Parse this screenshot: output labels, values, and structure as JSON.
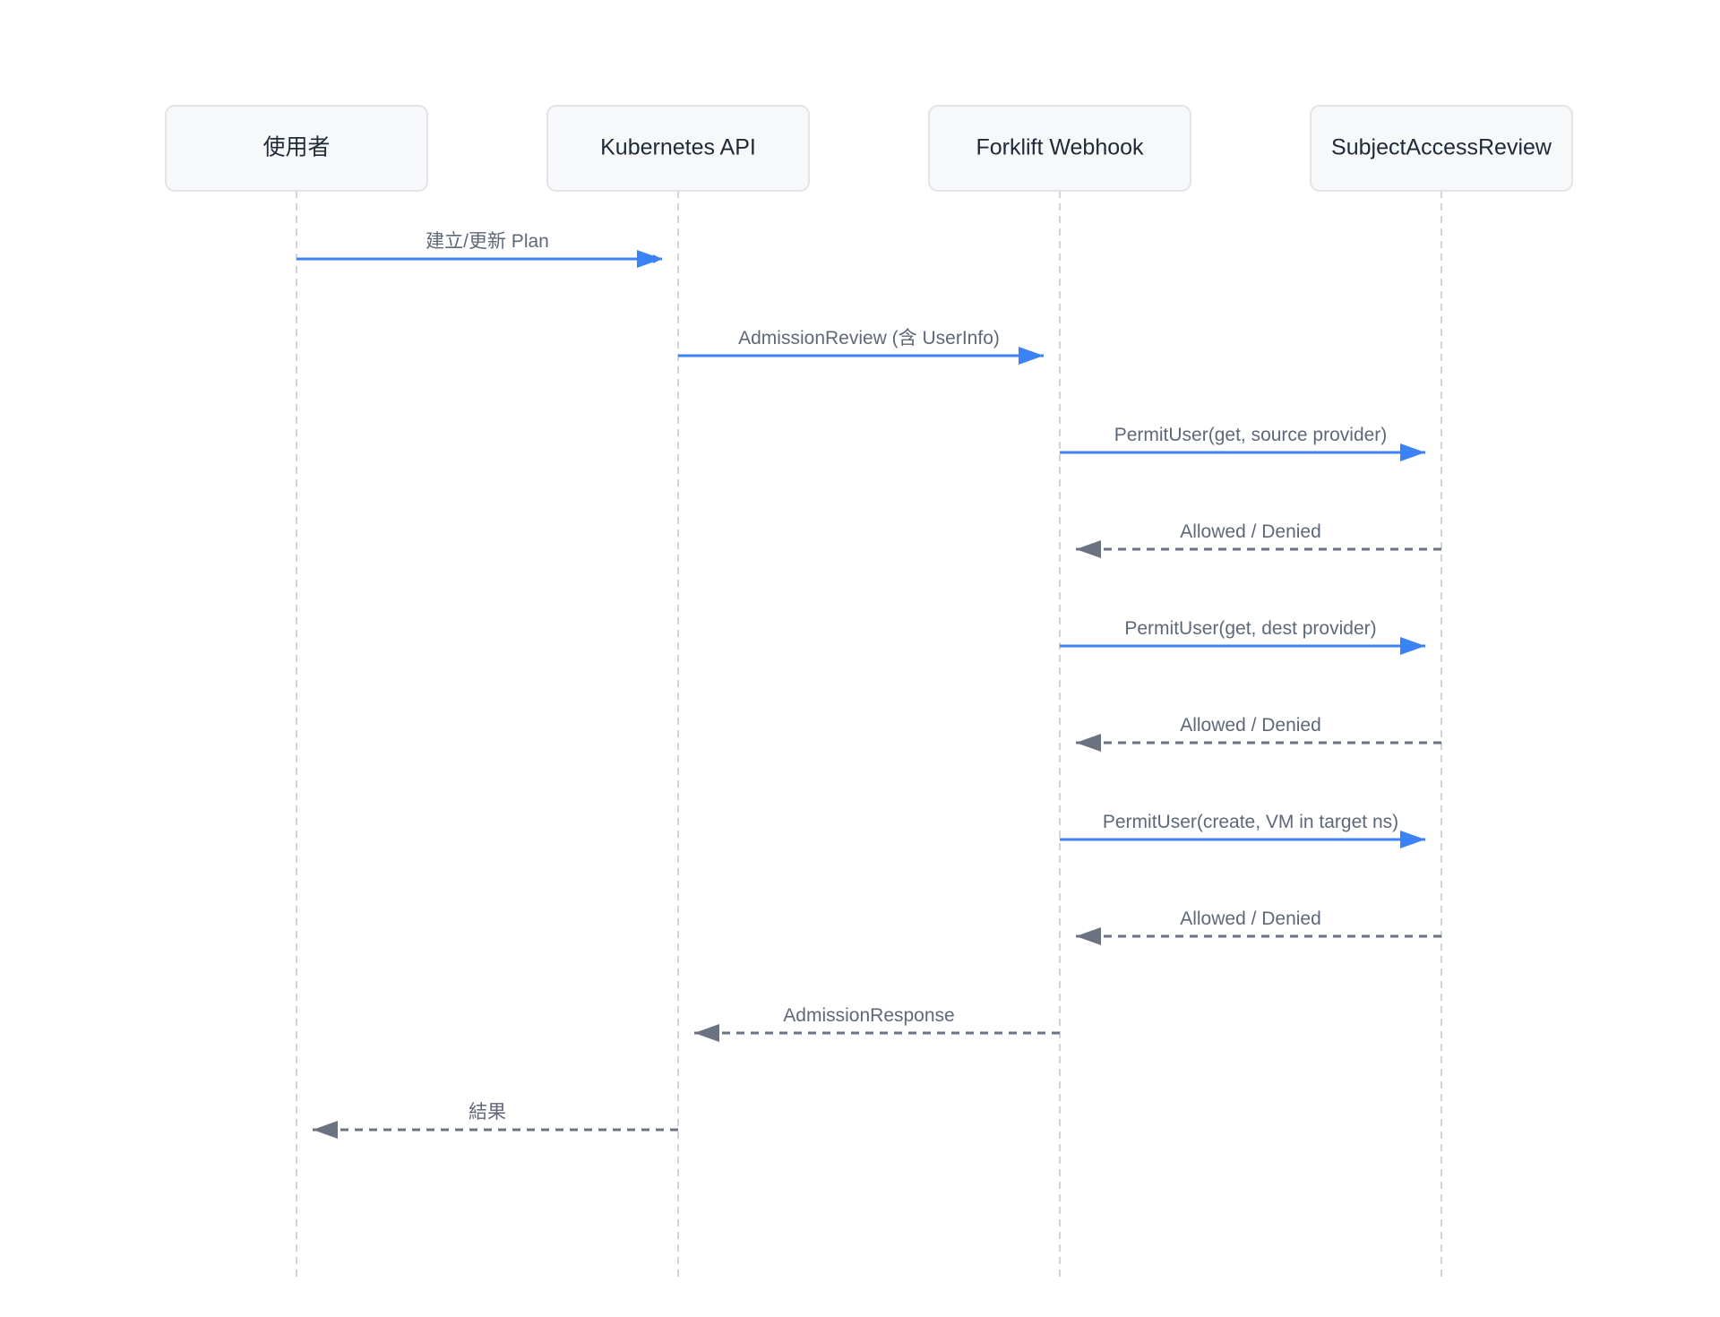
{
  "participants": [
    {
      "id": "user",
      "label": "使用者"
    },
    {
      "id": "api",
      "label": "Kubernetes API"
    },
    {
      "id": "webhook",
      "label": "Forklift Webhook"
    },
    {
      "id": "sar",
      "label": "SubjectAccessReview"
    }
  ],
  "messages": [
    {
      "from": "user",
      "to": "api",
      "label": "建立/更新 Plan",
      "style": "solid"
    },
    {
      "from": "api",
      "to": "webhook",
      "label": "AdmissionReview (含 UserInfo)",
      "style": "solid"
    },
    {
      "from": "webhook",
      "to": "sar",
      "label": "PermitUser(get, source provider)",
      "style": "solid"
    },
    {
      "from": "sar",
      "to": "webhook",
      "label": "Allowed / Denied",
      "style": "dashed"
    },
    {
      "from": "webhook",
      "to": "sar",
      "label": "PermitUser(get, dest provider)",
      "style": "solid"
    },
    {
      "from": "sar",
      "to": "webhook",
      "label": "Allowed / Denied",
      "style": "dashed"
    },
    {
      "from": "webhook",
      "to": "sar",
      "label": "PermitUser(create, VM in target ns)",
      "style": "solid"
    },
    {
      "from": "sar",
      "to": "webhook",
      "label": "Allowed / Denied",
      "style": "dashed"
    },
    {
      "from": "webhook",
      "to": "api",
      "label": "AdmissionResponse",
      "style": "dashed"
    },
    {
      "from": "api",
      "to": "user",
      "label": "結果",
      "style": "dashed"
    }
  ],
  "colors": {
    "request": "#3b82f6",
    "response": "#6b7280",
    "lifeline": "#d1d5db",
    "actor_fill": "#f7f8fa",
    "actor_border": "#e2e4e8"
  }
}
